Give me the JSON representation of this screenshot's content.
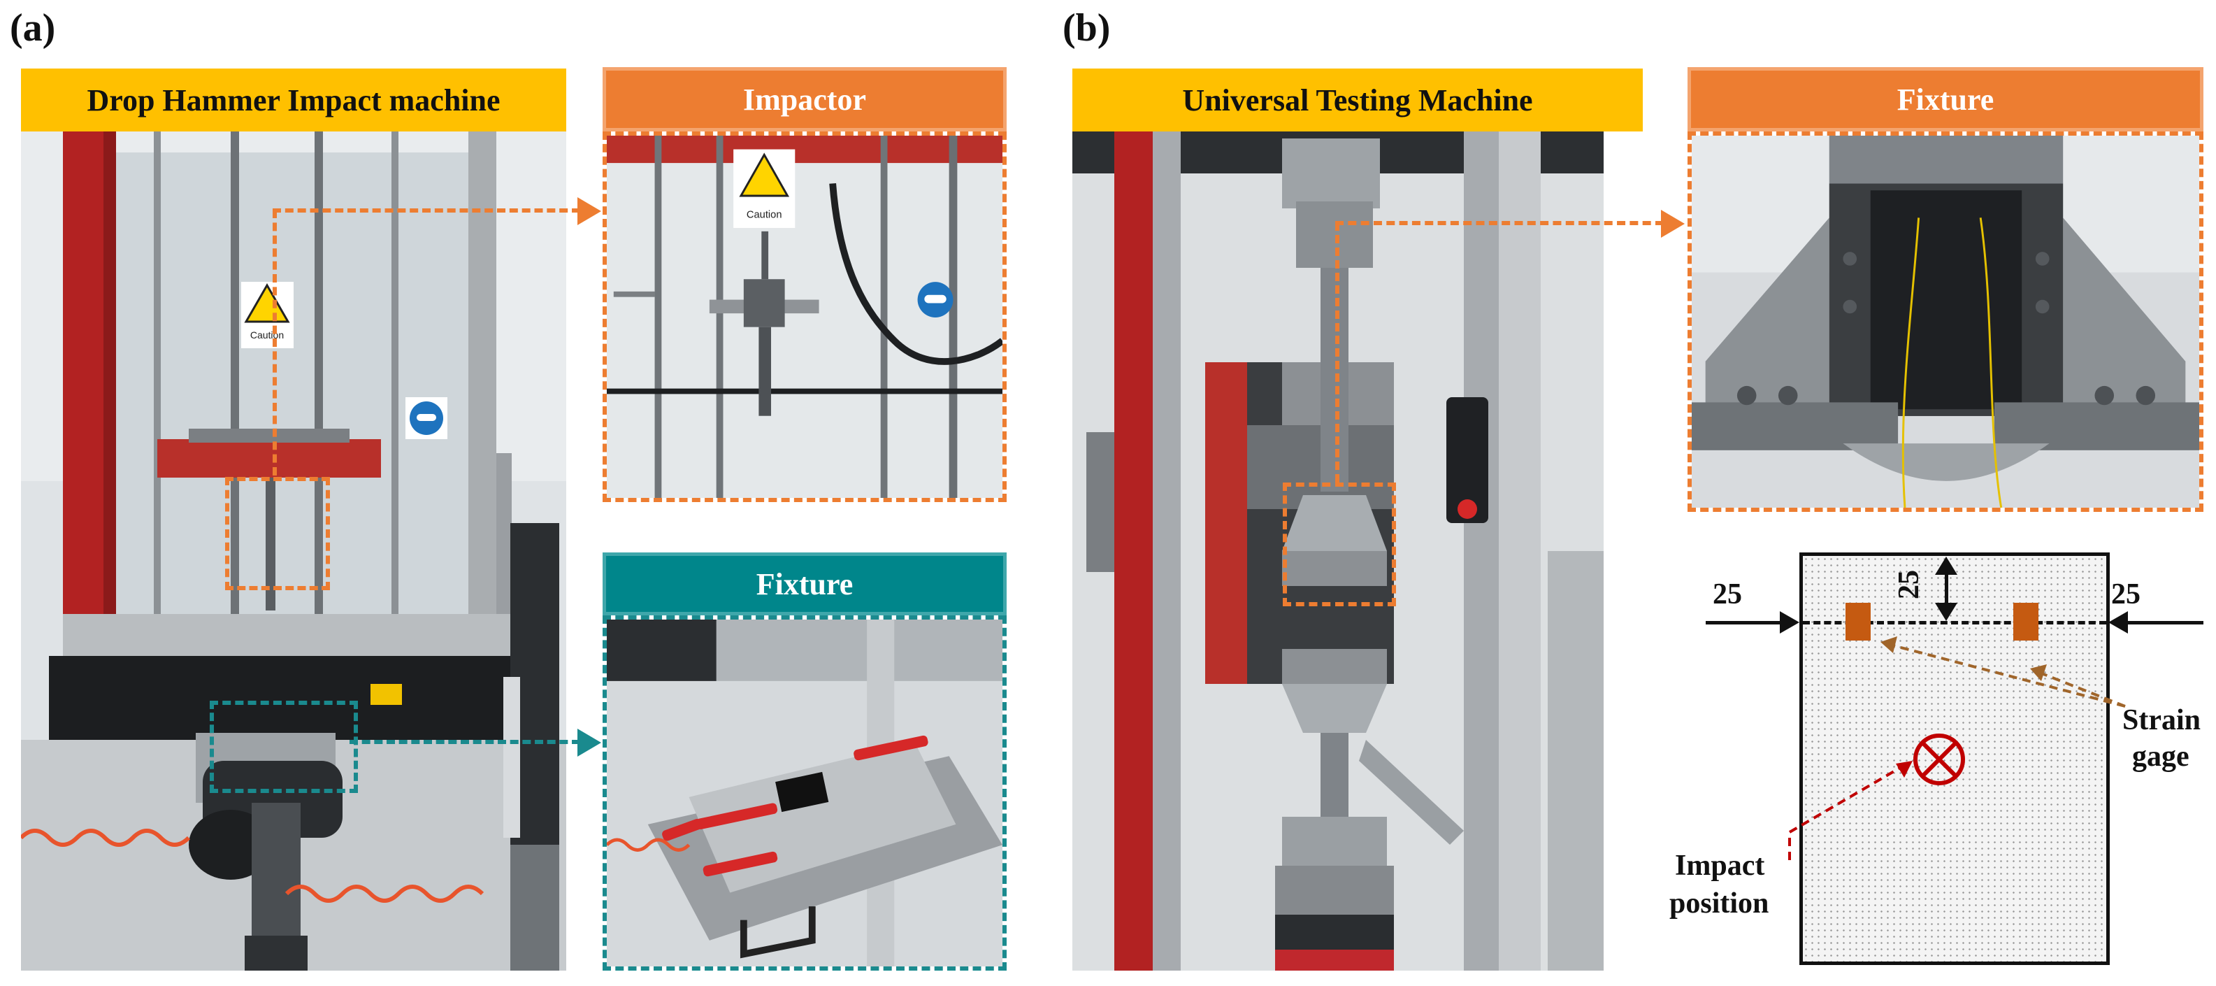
{
  "panel_a": {
    "label": "(a)",
    "main_title": "Drop Hammer Impact machine",
    "impactor_title": "Impactor",
    "fixture_title": "Fixture",
    "caution_text": "Caution"
  },
  "panel_b": {
    "label": "(b)",
    "main_title": "Universal Testing Machine",
    "fixture_title": "Fixture"
  },
  "schematic": {
    "dim_left": "25",
    "dim_right": "25",
    "dim_top": "25",
    "strain_gage_label_1": "Strain",
    "strain_gage_label_2": "gage",
    "impact_label_1": "Impact",
    "impact_label_2": "position"
  },
  "colors": {
    "yellow_banner": "#ffc000",
    "orange_banner": "#ed7d31",
    "teal_banner": "#00868b",
    "machine_red": "#b22222",
    "strain_gage": "#c55a11",
    "impact_mark": "#c00000"
  }
}
